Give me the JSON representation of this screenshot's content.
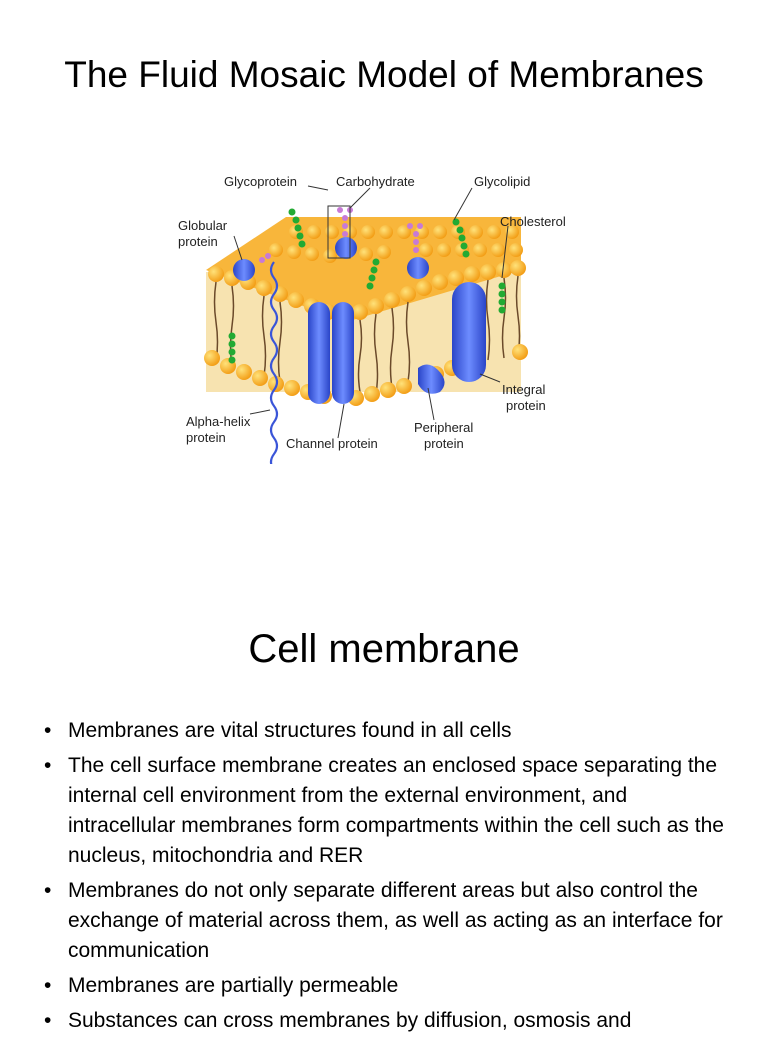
{
  "slide1": {
    "title": "The Fluid Mosaic Model of Membranes",
    "figure_labels": {
      "glycoprotein": "Glycoprotein",
      "carbohydrate": "Carbohydrate",
      "glycolipid": "Glycolipid",
      "globular_1": "Globular",
      "globular_2": "protein",
      "cholesterol": "Cholesterol",
      "integral_1": "Integral",
      "integral_2": "protein",
      "alpha_1": "Alpha-helix",
      "alpha_2": "protein",
      "channel": "Channel protein",
      "peripheral_1": "Peripheral",
      "peripheral_2": "protein"
    }
  },
  "slide2": {
    "title": "Cell membrane",
    "bullets": [
      "Membranes are vital structures found in all cells",
      "The cell surface membrane creates an enclosed space separating the internal cell environment from the external environment, and intracellular membranes form compartments within the cell such as the nucleus, mitochondria and RER",
      "Membranes do not only separate different areas but also control the exchange of material across them, as well as acting as an interface for communication",
      "Membranes are partially permeable",
      "Substances can cross membranes by diffusion, osmosis and"
    ]
  },
  "colors": {
    "head": "#f5a623",
    "protein": "#4f6fe8",
    "carb_chain": "#22aa33",
    "glyco_branch": "#c77ad6"
  },
  "icons": {
    "bullet": "•"
  }
}
